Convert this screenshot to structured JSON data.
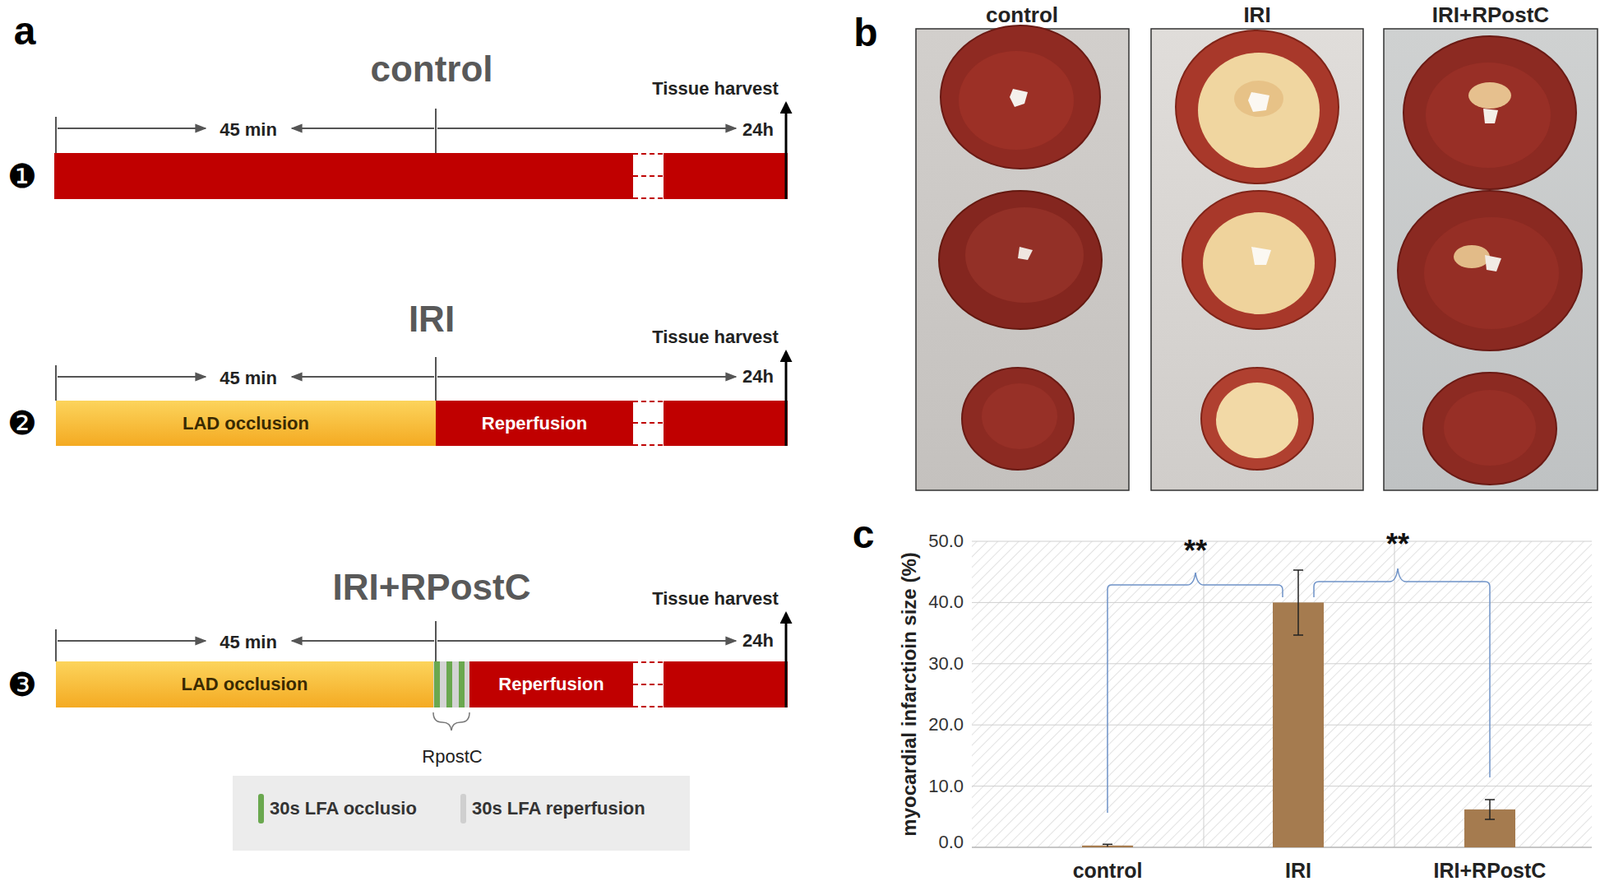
{
  "diagram": {
    "nodes": [
      {
        "text": [
          "LAD occlusion"
        ]
      },
      {
        "text": [
          "Reperfusion"
        ]
      },
      {
        "text": [
          "LAD occlusion"
        ]
      },
      {
        "text": [
          "Reperfusion"
        ]
      }
    ],
    "labels": [
      "a",
      "control",
      "45 min",
      "Tissue harvest",
      "24h",
      "❶",
      "IRI",
      "45 min",
      "Tissue harvest",
      "24h",
      "❷",
      "IRI+RPostC",
      "45 min",
      "Tissue harvest",
      "24h",
      "❸",
      "RpostC",
      "b",
      "control",
      "IRI",
      "IRI+RPostC",
      "c",
      "myocardial infarctioin size (%)",
      "50.0",
      "40.0",
      "30.0",
      "20.0",
      "10.0",
      "0.0",
      "**",
      "**",
      "control",
      "IRI",
      "IRI+RPostC"
    ],
    "legend": [
      {
        "text": "30s LFA occlusio",
        "color": "#6aa84f"
      },
      {
        "text": "30s LFA reperfusion",
        "color": "#cfcfcf"
      }
    ]
  }
}
